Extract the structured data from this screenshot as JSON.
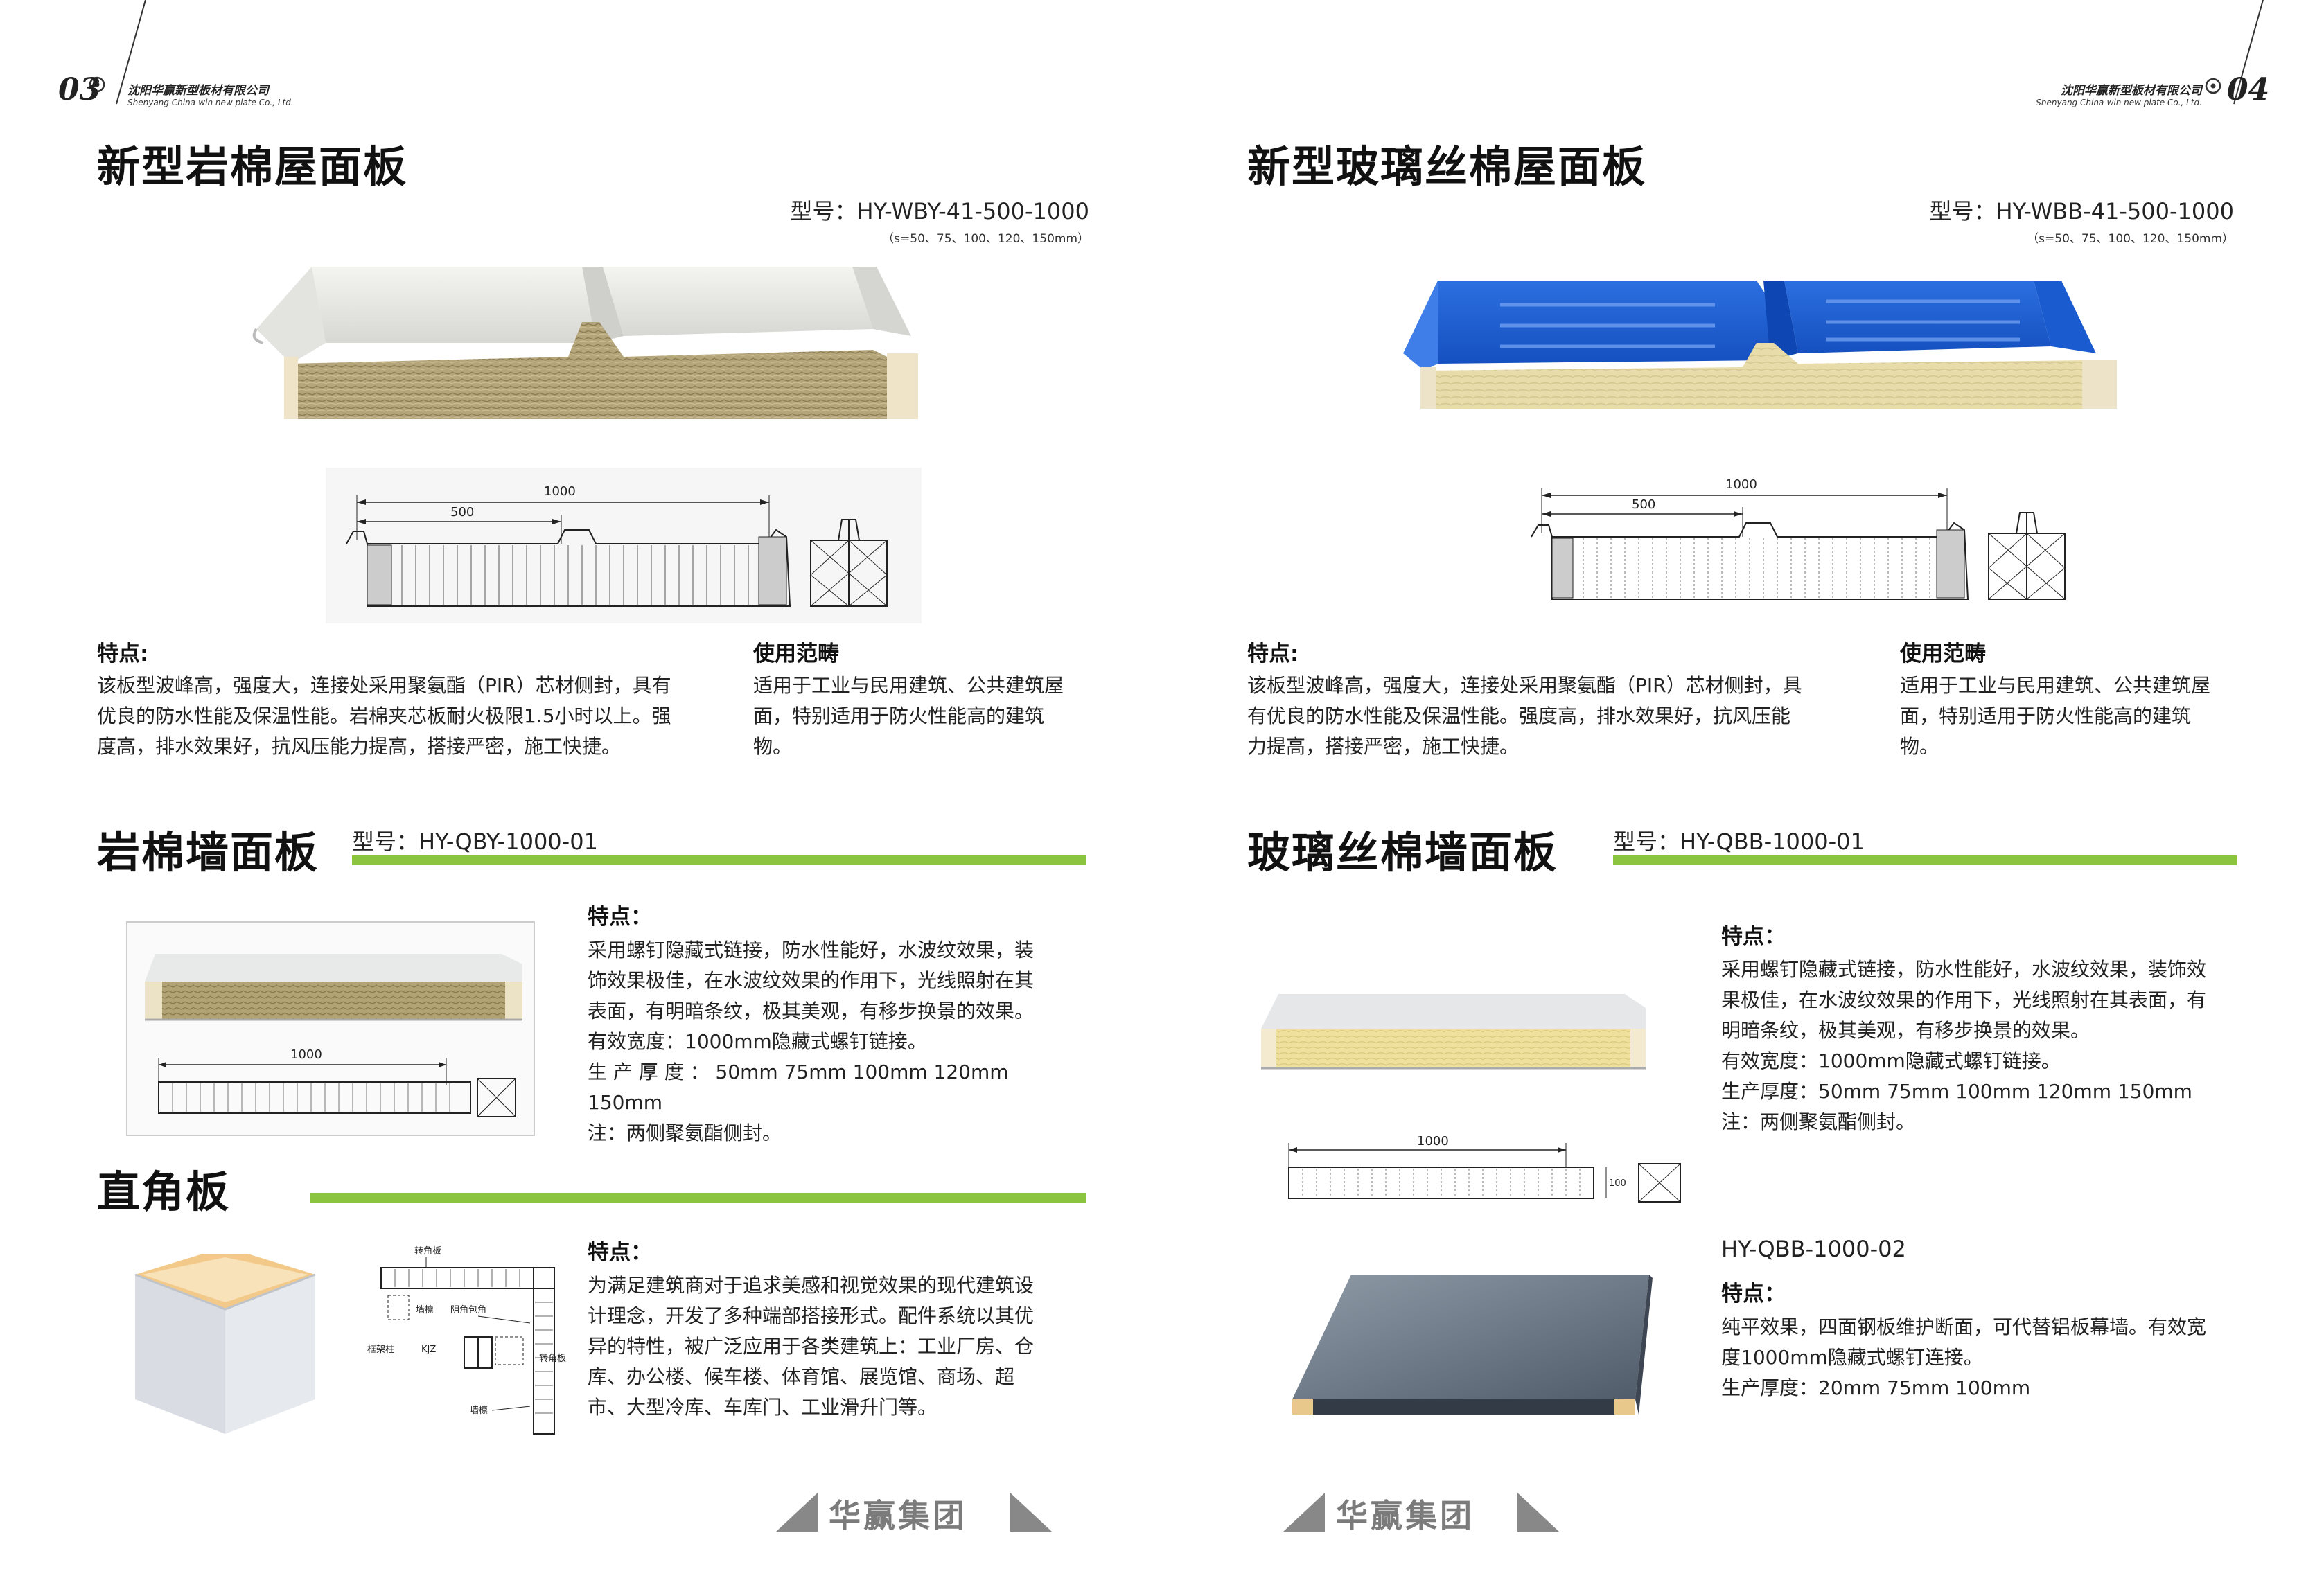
{
  "header": {
    "left_page_number": "03",
    "right_page_number": "04",
    "company_cn": "沈阳华赢新型板材有限公司",
    "company_en": "Shenyang China-win new plate Co., Ltd."
  },
  "left": {
    "roof": {
      "title": "新型岩棉屋面板",
      "model": "型号：HY-WBY-41-500-1000",
      "model_sub": "（s=50、75、100、120、150mm）",
      "dim_1000": "1000",
      "dim_500": "500",
      "features_heading": "特点:",
      "features_lines": [
        "该板型波峰高，强度大，连接处采用聚氨酯（PIR）芯材侧封，具有",
        "优良的防水性能及保温性能。岩棉夹芯板耐火极限1.5小时以上。强",
        "度高，排水效果好，抗风压能力提高，搭接严密，施工快捷。"
      ],
      "usage_heading": "使用范畴",
      "usage_lines": [
        "适用于工业与民用建筑、公共建筑屋",
        "面，特别适用于防火性能高的建筑",
        "物。"
      ]
    },
    "wall": {
      "title": "岩棉墙面板",
      "model": "型号：HY-QBY-1000-01",
      "dim_1000": "1000",
      "features_heading": "特点：",
      "features_lines": [
        "采用螺钉隐藏式链接，防水性能好，水波纹效果，装",
        "饰效果极佳，在水波纹效果的作用下，光线照射在其",
        "表面，有明暗条纹，极其美观，有移步换景的效果。",
        "有效宽度：1000mm隐藏式螺钉链接。",
        "生 产 厚 度 ： 50mm    75mm    100mm    120mm",
        "150mm",
        "注：两侧聚氨酯侧封。"
      ]
    },
    "corner": {
      "title": "直角板",
      "label_corner_top": "转角板",
      "label_wall_beam": "墙檩",
      "label_angle_wrap": "阴角包角",
      "label_frame_column": "框架柱",
      "label_kjz": "KJZ",
      "label_corner_side": "转角板",
      "label_wall": "墙檩",
      "features_heading": "特点：",
      "features_lines": [
        "为满足建筑商对于追求美感和视觉效果的现代建筑设",
        "计理念，开发了多种端部搭接形式。配件系统以其优",
        "异的特性，被广泛应用于各类建筑上：工业厂房、仓",
        "库、办公楼、候车楼、体育馆、展览馆、商场、超",
        "市、大型冷库、车库门、工业滑升门等。"
      ]
    },
    "brand": "华赢集团"
  },
  "right": {
    "roof": {
      "title": "新型玻璃丝棉屋面板",
      "model": "型号：HY-WBB-41-500-1000",
      "model_sub": "（s=50、75、100、120、150mm）",
      "dim_1000": "1000",
      "dim_500": "500",
      "features_heading": "特点:",
      "features_lines": [
        "该板型波峰高，强度大，连接处采用聚氨酯（PIR）芯材侧封，具",
        "有优良的防水性能及保温性能。强度高，排水效果好，抗风压能",
        "力提高，搭接严密，施工快捷。"
      ],
      "usage_heading": "使用范畴",
      "usage_lines": [
        "适用于工业与民用建筑、公共建筑屋",
        "面，特别适用于防火性能高的建筑",
        "物。"
      ]
    },
    "wall": {
      "title": "玻璃丝棉墙面板",
      "model": "型号：HY-QBB-1000-01",
      "dim_1000": "1000",
      "dim_100": "100",
      "features_heading": "特点：",
      "features_lines": [
        "采用螺钉隐藏式链接，防水性能好，水波纹效果，装饰效",
        "果极佳，在水波纹效果的作用下，光线照射在其表面，有",
        "明暗条纹，极其美观，有移步换景的效果。",
        "有效宽度：1000mm隐藏式螺钉链接。",
        "生产厚度：50mm  75mm  100mm  120mm  150mm",
        "注：两侧聚氨酯侧封。"
      ]
    },
    "flat": {
      "model": "HY-QBB-1000-02",
      "features_heading": "特点：",
      "features_lines": [
        "纯平效果，四面钢板维护断面，可代替铝板幕墙。有效宽",
        "度1000mm隐藏式螺钉连接。",
        "生产厚度：20mm  75mm  100mm"
      ]
    },
    "brand": "华赢集团"
  }
}
